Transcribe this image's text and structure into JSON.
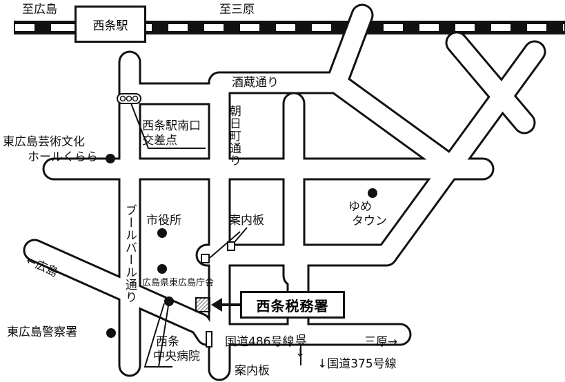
{
  "station": {
    "name": "西条駅"
  },
  "rail": {
    "left_label": "至広島",
    "right_label": "至三原"
  },
  "streets": {
    "sakagura": "酒蔵通り",
    "asahimachi": "朝日町通り",
    "boulevard": "ブールバール通り",
    "route486": "国道486号線",
    "route375": "↓国道375号線",
    "to_hiroshima": "←広島",
    "to_mihara": "三原→",
    "kure": "呉",
    "kure_arrow": "↓"
  },
  "landmarks": {
    "intersection": "西条駅南口交差点",
    "intersection_l1": "西条駅南口",
    "intersection_l2": "交差点",
    "kurara_l1": "東広島芸術文化",
    "kurara_l2": "ホールくらら",
    "city_hall": "市役所",
    "youme_l1": "ゆめ",
    "youme_l2": "タウン",
    "pref_office": "広島県東広島庁舎",
    "hospital_l1": "西条",
    "hospital_l2": "中央病院",
    "police": "東広島警察署",
    "noticeboard_1": "案内板",
    "noticeboard_2": "案内板"
  },
  "target": {
    "name": "西条税務署"
  }
}
